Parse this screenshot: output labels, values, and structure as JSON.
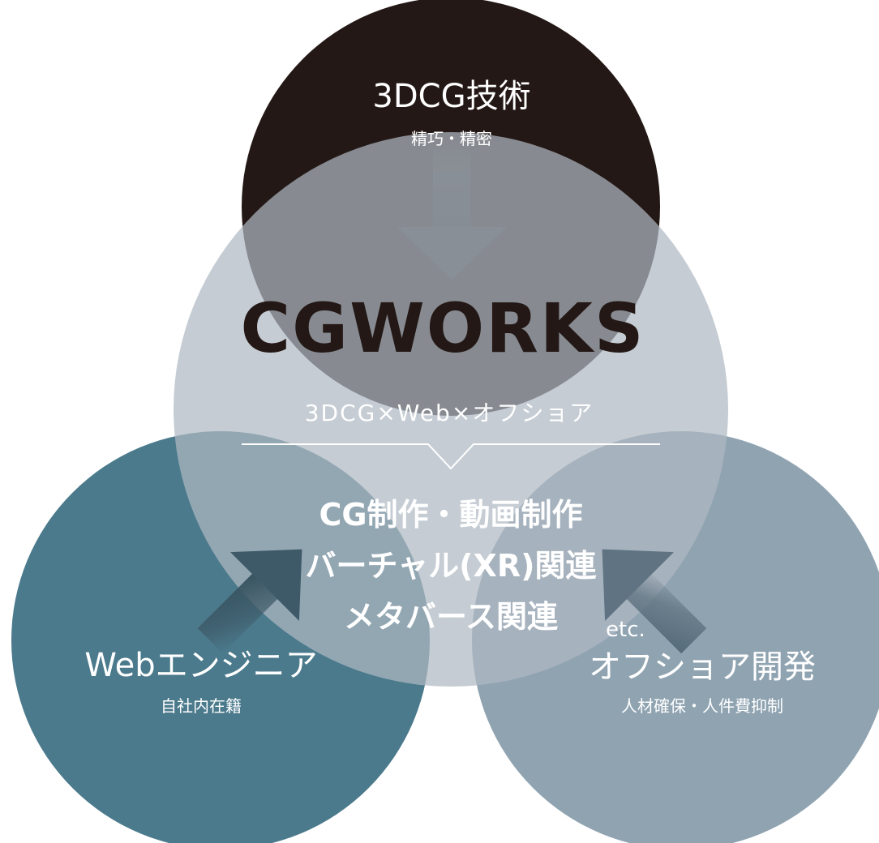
{
  "diagram": {
    "top_circle": {
      "title": "3DCG技術",
      "subtitle": "精巧・精密",
      "color": "#231815"
    },
    "center_circle": {
      "logo": "CGWORKS",
      "tagline": "3DCG×Web×オフショア",
      "services": [
        "CG制作・動画制作",
        "バーチャル(XR)関連",
        "メタバース関連"
      ],
      "etc": "etc.",
      "color": "#8a949f"
    },
    "left_circle": {
      "title": "Webエンジニア",
      "subtitle": "自社内在籍",
      "color": "#4b7a8c"
    },
    "right_circle": {
      "title": "オフショア開発",
      "subtitle": "人材確保・人件費抑制",
      "color": "#8fa3b1"
    }
  }
}
